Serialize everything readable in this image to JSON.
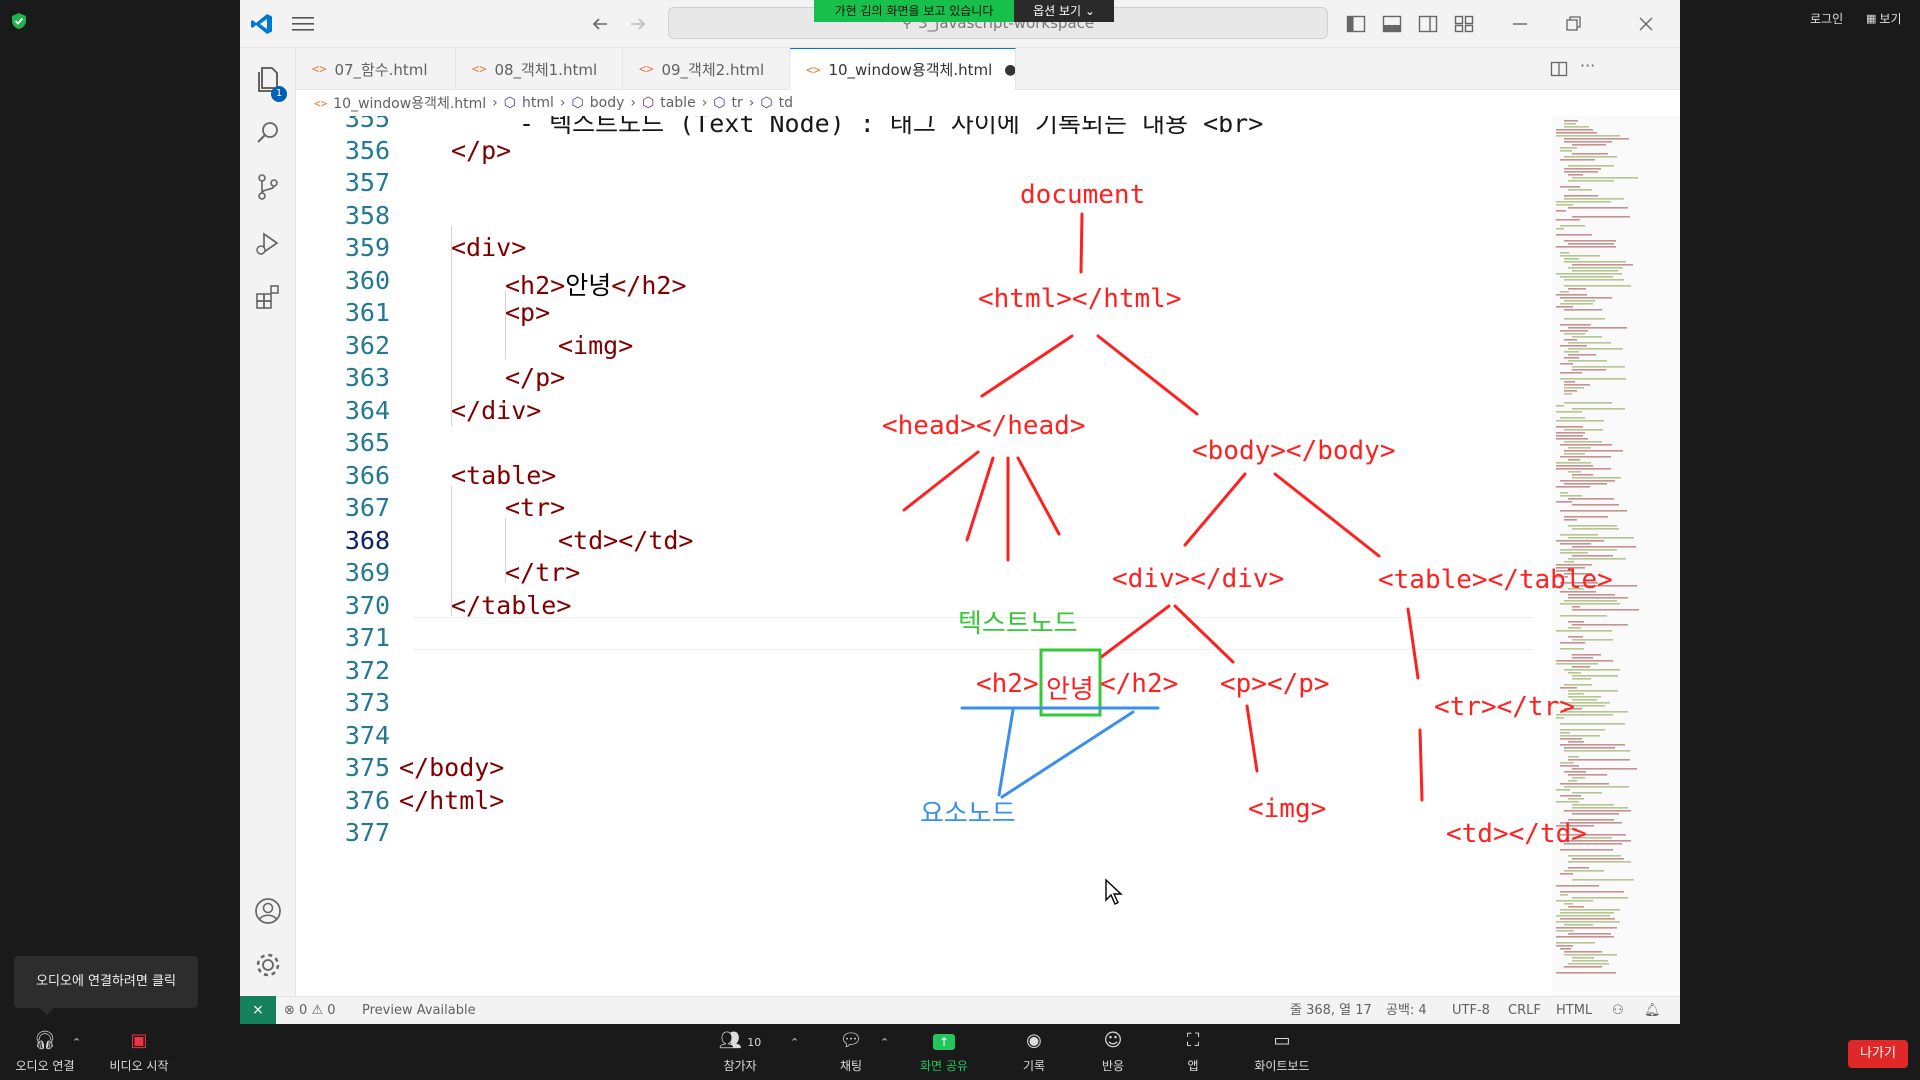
{
  "zoom": {
    "sharing_banner": "가현 김의 화면을 보고 있습니다",
    "view_options": "옵션 보기",
    "login": "로그인",
    "view": "보기",
    "audio_tooltip": "오디오에 연결하려면 클릭",
    "exit": "나가기",
    "bottom_bar": [
      {
        "label": "오디오 연결",
        "icon": "headphones-icon"
      },
      {
        "label": "비디오 시작",
        "icon": "video-off-icon"
      },
      {
        "label": "참가자",
        "icon": "participants-icon",
        "count": "10"
      },
      {
        "label": "채팅",
        "icon": "chat-icon"
      },
      {
        "label": "화면 공유",
        "icon": "share-screen-icon"
      },
      {
        "label": "기록",
        "icon": "record-icon"
      },
      {
        "label": "반응",
        "icon": "reaction-icon"
      },
      {
        "label": "앱",
        "icon": "apps-icon"
      },
      {
        "label": "화이트보드",
        "icon": "whiteboard-icon"
      }
    ]
  },
  "vscode": {
    "search_text": "3_javascript-workspace",
    "explorer_badge": "1",
    "tabs": [
      {
        "label": "07_함수.html",
        "active": false,
        "modified": false
      },
      {
        "label": "08_객체1.html",
        "active": false,
        "modified": false
      },
      {
        "label": "09_객체2.html",
        "active": false,
        "modified": false
      },
      {
        "label": "10_window용객체.html",
        "active": true,
        "modified": true
      }
    ],
    "breadcrumb": [
      "10_window용객체.html",
      "html",
      "body",
      "table",
      "tr",
      "td"
    ],
    "partial_line_text": "- 텍스트노드 (Text Node) : 태그 사이에 기록되는 내용 <br>",
    "lines": [
      {
        "num": "356",
        "text": "</p>"
      },
      {
        "num": "357",
        "text": ""
      },
      {
        "num": "358",
        "text": ""
      },
      {
        "num": "359",
        "text": "<div>"
      },
      {
        "num": "360",
        "text": "<h2>",
        "inner": "안녕",
        "close": "</h2>"
      },
      {
        "num": "361",
        "text": "<p>"
      },
      {
        "num": "362",
        "text": "<img>"
      },
      {
        "num": "363",
        "text": "</p>"
      },
      {
        "num": "364",
        "text": "</div>"
      },
      {
        "num": "365",
        "text": ""
      },
      {
        "num": "366",
        "text": "<table>"
      },
      {
        "num": "367",
        "text": "<tr>"
      },
      {
        "num": "368",
        "text": "<td></td>"
      },
      {
        "num": "369",
        "text": "</tr>"
      },
      {
        "num": "370",
        "text": "</table>"
      },
      {
        "num": "371",
        "text": ""
      },
      {
        "num": "372",
        "text": ""
      },
      {
        "num": "373",
        "text": ""
      },
      {
        "num": "374",
        "text": ""
      },
      {
        "num": "375",
        "text": "</body>"
      },
      {
        "num": "376",
        "text": "</html>"
      },
      {
        "num": "377",
        "text": ""
      }
    ],
    "status": {
      "errors": "0",
      "warnings": "0",
      "preview": "Preview Available",
      "position": "줄 368, 열 17",
      "spaces": "공백: 4",
      "encoding": "UTF-8",
      "eol": "CRLF",
      "language": "HTML"
    }
  },
  "annotations": {
    "document": "document",
    "html": "<html></html>",
    "head": "<head></head>",
    "body": "<body></body>",
    "div": "<div></div>",
    "table": "<table></table>",
    "text_node": "텍스트노드",
    "h2_open": "<h2>",
    "h2_text": "안녕",
    "h2_close": "</h2>",
    "p": "<p></p>",
    "tr": "<tr></tr>",
    "element_node": "요소노드",
    "img": "<img>",
    "td": "<td></td>"
  },
  "colors": {
    "annotation_red": "#ff2020",
    "annotation_green": "#37c837",
    "annotation_blue": "#3a8fe8",
    "vscode_accent": "#007acc",
    "tag_color": "#800000",
    "line_number": "#237893",
    "zoom_share_green": "#16c04a",
    "exit_red": "#e02828"
  }
}
